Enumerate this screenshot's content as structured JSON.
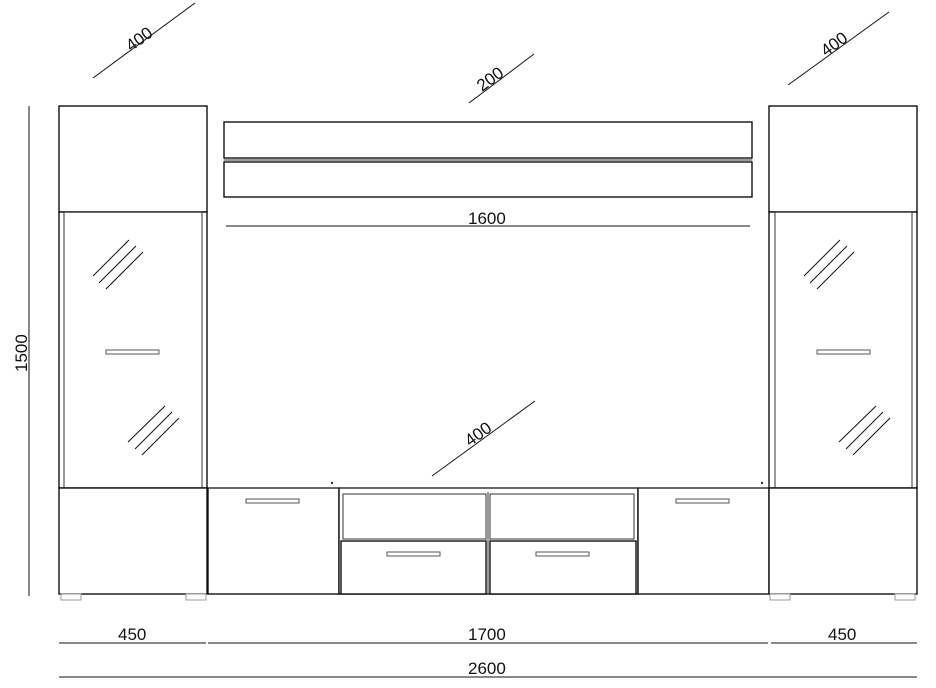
{
  "dimensions": {
    "left_cabinet_depth": "400",
    "shelf_depth": "200",
    "right_cabinet_depth": "400",
    "shelf_width": "1600",
    "tv_unit_depth": "400",
    "total_height": "1500",
    "left_cabinet_width": "450",
    "center_width": "1700",
    "right_cabinet_width": "450",
    "total_width": "2600"
  }
}
